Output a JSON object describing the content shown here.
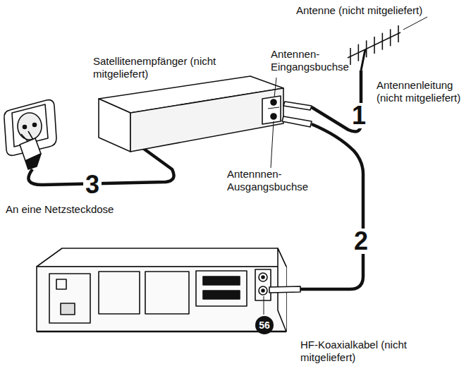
{
  "diagram": {
    "labels": [
      "Antenne (nicht mitgeliefert)",
      "Satellitenempfänger (nicht mitgeliefert)",
      "Antennen- Eingangsbuchse",
      "Antennenleitung (nicht mitgeliefert)",
      "1",
      "3",
      "An eine Netzsteckdose",
      "Antennnen- Ausgangsbuchse",
      "2",
      "56",
      "HF-Koaxialkabel (nicht mitgeliefert)"
    ]
  }
}
